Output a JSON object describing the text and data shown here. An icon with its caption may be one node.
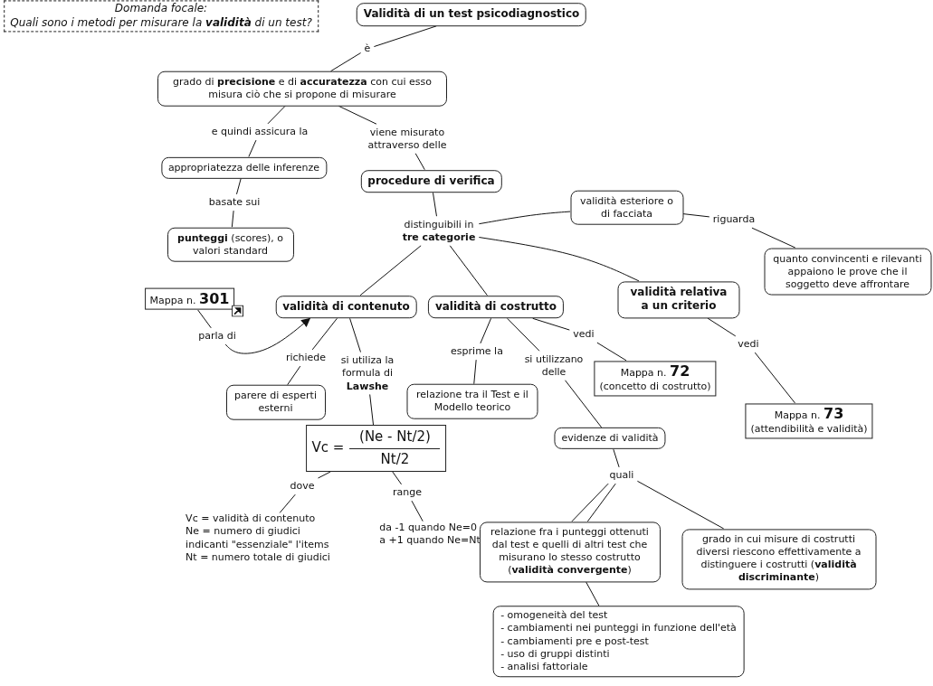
{
  "diagram": {
    "nodes": [
      {
        "text": [
          "Domanda focale:",
          "Quali sono i metodi per misurare la **validità** di un test?"
        ]
      },
      {
        "text": [
          "Validità di un test psicodiagnostico"
        ]
      },
      {
        "text": [
          "è"
        ]
      },
      {
        "text": [
          "grado di **precisione** e di **accuratezza** con cui esso misura ciò che si propone di misurare"
        ]
      },
      {
        "text": [
          "e quindi assicura la"
        ]
      },
      {
        "text": [
          "viene misurato attraverso delle"
        ]
      },
      {
        "text": [
          "appropriatezza delle inferenze"
        ]
      },
      {
        "text": [
          "procedure di verifica"
        ]
      },
      {
        "text": [
          "basate sui"
        ]
      },
      {
        "text": [
          "**punteggi** (scores), o valori standard"
        ]
      },
      {
        "text": [
          "distinguibili in **tre categorie**"
        ]
      },
      {
        "text": [
          "validità esteriore o di facciata"
        ]
      },
      {
        "text": [
          "riguarda"
        ]
      },
      {
        "text": [
          "quanto convincenti e rilevanti appaiono le prove che il soggetto deve affrontare"
        ]
      },
      {
        "text": [
          "Mappa n. **301**"
        ]
      },
      {
        "text": [
          "validità di contenuto"
        ]
      },
      {
        "text": [
          "validità di costrutto"
        ]
      },
      {
        "text": [
          "validità relativa a un criterio"
        ]
      },
      {
        "text": [
          "parla di"
        ]
      },
      {
        "text": [
          "richiede"
        ]
      },
      {
        "text": [
          "si utiliza la formula di **Lawshe**"
        ]
      },
      {
        "text": [
          "esprime la"
        ]
      },
      {
        "text": [
          "si utilizzano delle"
        ]
      },
      {
        "text": [
          "vedi"
        ]
      },
      {
        "text": [
          "vedi"
        ]
      },
      {
        "text": [
          "parere di esperti esterni"
        ]
      },
      {
        "text": [
          "relazione tra il Test e il Modello teorico"
        ]
      },
      {
        "text": [
          "Mappa n. **72**",
          "(concetto di costrutto)"
        ]
      },
      {
        "text": [
          "Mappa n. **73**",
          "(attendibilità e validità)"
        ]
      },
      {
        "text": [
          "Vc =",
          "(Ne - Nt/2)",
          "Nt/2"
        ]
      },
      {
        "text": [
          "evidenze di validità"
        ]
      },
      {
        "text": [
          "dove"
        ]
      },
      {
        "text": [
          "range"
        ]
      },
      {
        "text": [
          "quali"
        ]
      },
      {
        "text": [
          "Vc = validità di contenuto",
          "Ne = numero di giudici",
          "indicanti \"essenziale\" l'items",
          "Nt = numero totale di giudici"
        ]
      },
      {
        "text": [
          "da -1 quando Ne=0",
          "a +1 quando Ne=Nt"
        ]
      },
      {
        "text": [
          "relazione fra i punteggi ottenuti dal test e quelli di altri test che misurano lo stesso costrutto (**validità convergente**)"
        ]
      },
      {
        "text": [
          "grado in cui misure di costrutti diversi riescono effettivamente a distinguere i costrutti (**validità discriminante**)"
        ]
      },
      {
        "text": [
          "- omogeneità del test",
          "- cambiamenti nei punteggi in funzione dell'età",
          "- cambiamenti pre e post-test",
          "- uso di gruppi distinti",
          "- analisi fattoriale"
        ]
      }
    ],
    "edges": [
      {
        "from": 1,
        "to": 2,
        "arrow": "none"
      },
      {
        "from": 2,
        "to": 3,
        "arrow": "none"
      },
      {
        "from": 3,
        "to": 4,
        "arrow": "none"
      },
      {
        "from": 4,
        "to": 6,
        "arrow": "none"
      },
      {
        "from": 3,
        "to": 5,
        "arrow": "none"
      },
      {
        "from": 5,
        "to": 7,
        "arrow": "none"
      },
      {
        "from": 6,
        "to": 8,
        "arrow": "none"
      },
      {
        "from": 8,
        "to": 9,
        "arrow": "none"
      },
      {
        "from": 7,
        "to": 10,
        "arrow": "none"
      },
      {
        "from": 10,
        "to": 11,
        "arrow": "none"
      },
      {
        "from": 10,
        "to": 15,
        "arrow": "none"
      },
      {
        "from": 10,
        "to": 16,
        "arrow": "none"
      },
      {
        "from": 10,
        "to": 17,
        "arrow": "none"
      },
      {
        "from": 11,
        "to": 12,
        "arrow": "none"
      },
      {
        "from": 12,
        "to": 13,
        "arrow": "none"
      },
      {
        "from": 14,
        "to": 18,
        "arrow": "none"
      },
      {
        "from": 18,
        "to": 15,
        "arrow": "to"
      },
      {
        "from": 15,
        "to": 19,
        "arrow": "none"
      },
      {
        "from": 19,
        "to": 25,
        "arrow": "none"
      },
      {
        "from": 15,
        "to": 20,
        "arrow": "none"
      },
      {
        "from": 20,
        "to": 29,
        "arrow": "none"
      },
      {
        "from": 16,
        "to": 21,
        "arrow": "none"
      },
      {
        "from": 21,
        "to": 26,
        "arrow": "none"
      },
      {
        "from": 16,
        "to": 22,
        "arrow": "none"
      },
      {
        "from": 22,
        "to": 30,
        "arrow": "none"
      },
      {
        "from": 16,
        "to": 23,
        "arrow": "none"
      },
      {
        "from": 23,
        "to": 27,
        "arrow": "none"
      },
      {
        "from": 17,
        "to": 24,
        "arrow": "none"
      },
      {
        "from": 24,
        "to": 28,
        "arrow": "none"
      },
      {
        "from": 29,
        "to": 31,
        "arrow": "none"
      },
      {
        "from": 31,
        "to": 34,
        "arrow": "none"
      },
      {
        "from": 29,
        "to": 32,
        "arrow": "none"
      },
      {
        "from": 32,
        "to": 35,
        "arrow": "none"
      },
      {
        "from": 30,
        "to": 33,
        "arrow": "none"
      },
      {
        "from": 33,
        "to": 36,
        "arrow": "none"
      },
      {
        "from": 33,
        "to": 36,
        "arrow": "none"
      },
      {
        "from": 33,
        "to": 37,
        "arrow": "none"
      },
      {
        "from": 36,
        "to": 38,
        "arrow": "none"
      }
    ]
  }
}
